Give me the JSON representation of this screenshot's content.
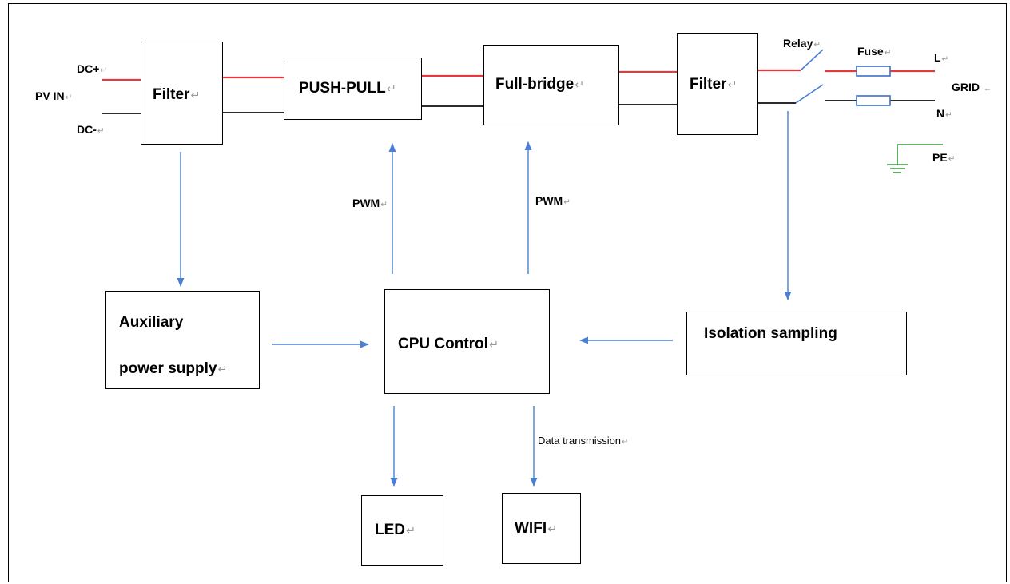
{
  "return_mark": "↵",
  "labels": {
    "dc_plus": "DC+",
    "pv_in": "PV IN",
    "dc_minus": "DC-",
    "relay": "Relay",
    "fuse": "Fuse",
    "line_l": "L",
    "grid": "GRID",
    "grid_arrow": "←",
    "line_n": "N",
    "pe": "PE",
    "pwm_left": "PWM",
    "pwm_right": "PWM",
    "data_transmission": "Data transmission"
  },
  "blocks": {
    "filter_in": "Filter",
    "push_pull": "PUSH-PULL",
    "full_bridge": "Full-bridge",
    "filter_out": "Filter",
    "aux_line1": "Auxiliary",
    "aux_line2": "power supply",
    "cpu": "CPU Control",
    "isolation": "Isolation sampling",
    "led": "LED",
    "wifi": "WIFI"
  },
  "colors": {
    "dc_positive_line": "#e8383d",
    "negative_line": "#2b2b2b",
    "signal_arrow": "#4a7fd4",
    "fuse": "#3d6fc9",
    "ground": "#3a9a3a"
  }
}
